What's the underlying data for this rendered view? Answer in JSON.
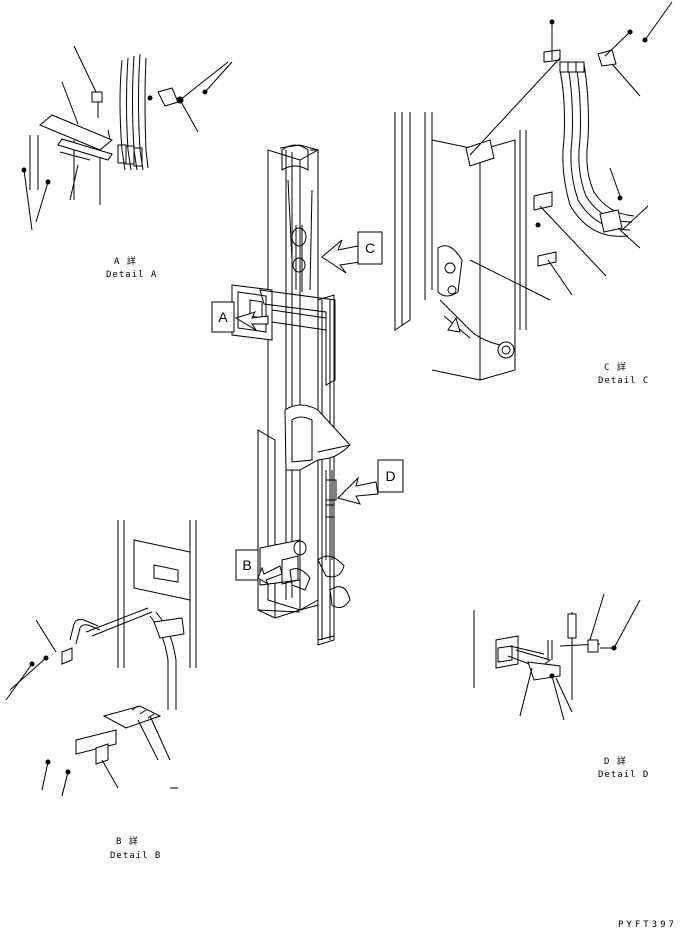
{
  "details": {
    "a": {
      "letter": "A",
      "kanji": "詳",
      "caption": "Detail A"
    },
    "b": {
      "letter": "B",
      "kanji": "詳",
      "caption": "Detail B"
    },
    "c": {
      "letter": "C",
      "kanji": "詳",
      "caption": "Detail C"
    },
    "d": {
      "letter": "D",
      "kanji": "詳",
      "caption": "Detail D"
    }
  },
  "callouts": {
    "a": "A",
    "b": "B",
    "c": "C",
    "d": "D"
  },
  "drawing_code": "PYFT397"
}
